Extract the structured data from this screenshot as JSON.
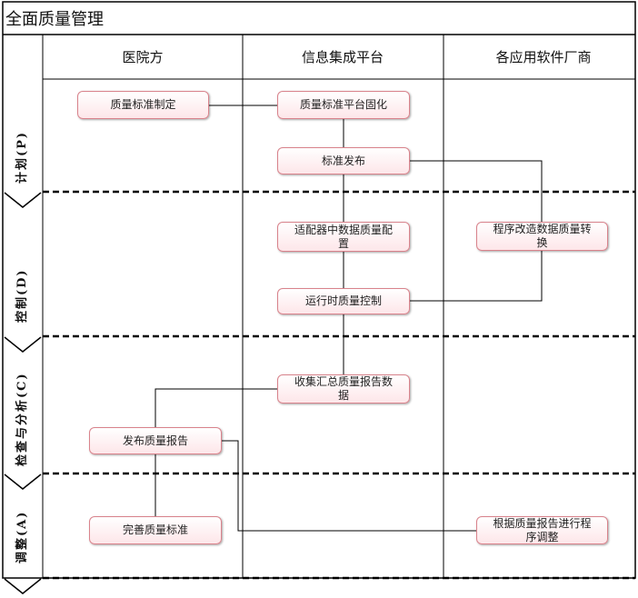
{
  "title": "全面质量管理",
  "columns": [
    "医院方",
    "信息集成平台",
    "各应用软件厂商"
  ],
  "phases": [
    "计划(P)",
    "控制(D)",
    "检查与分析(C)",
    "调整(A)"
  ],
  "steps": {
    "quality_standard_define": "质量标准制定",
    "platform_solidify": "质量标准平台固化",
    "standard_publish": "标准发布",
    "adapter_config": "适配器中数据质量配置",
    "program_convert": "程序改造数据质量转换",
    "runtime_control": "运行时质量控制",
    "collect_report": "收集汇总质量报告数据",
    "publish_report": "发布质量报告",
    "improve_standard": "完善质量标准",
    "adjust_program": "根据质量报告进行程序调整"
  },
  "colors": {
    "line": "#000000",
    "box_border": "#d9838c",
    "box_fill": "#fde6e9"
  }
}
